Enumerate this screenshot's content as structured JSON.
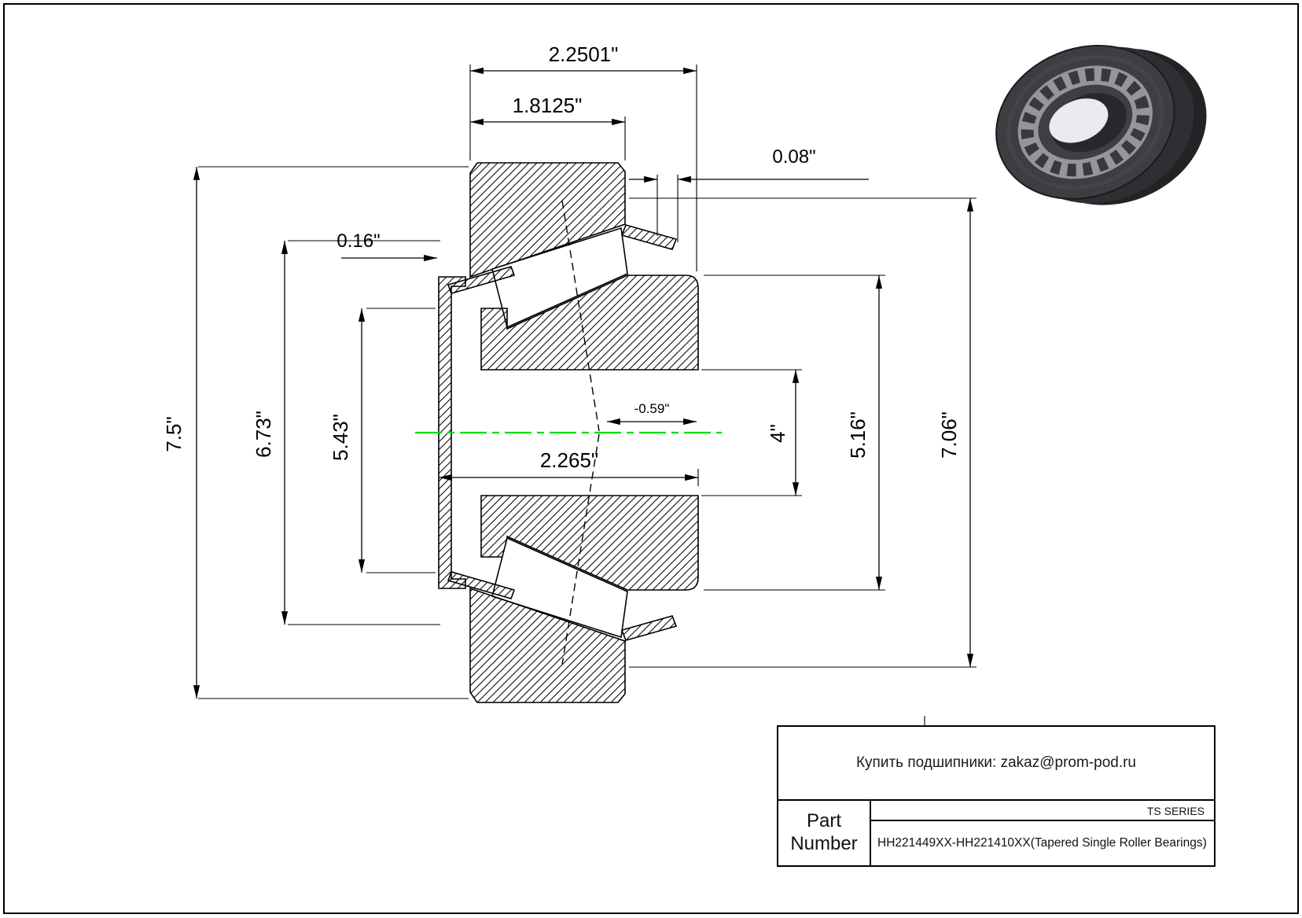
{
  "page": {
    "background": "#ffffff",
    "line_color": "#000000",
    "centerline_color": "#00dd00"
  },
  "dimensions": {
    "overall_width": "2.2501\"",
    "cup_width": "1.8125\"",
    "stand_off": "0.08\"",
    "flange_thickness": "0.16\"",
    "outer_diameter": "7.5\"",
    "rib_diameter": "6.73\"",
    "flange_diameter": "5.43\"",
    "cone_width": "2.265\"",
    "effective_center": "-0.59\"",
    "bore_diameter": "4\"",
    "cup_face_diameter": "5.16\"",
    "housing_diameter": "7.06\""
  },
  "title_block": {
    "contact": "Купить подшипники: zakaz@prom-pod.ru",
    "series": "TS SERIES",
    "part_label": "Part Number",
    "part_value": "HH221449XX-HH221410XX(Tapered Single Roller Bearings)"
  }
}
